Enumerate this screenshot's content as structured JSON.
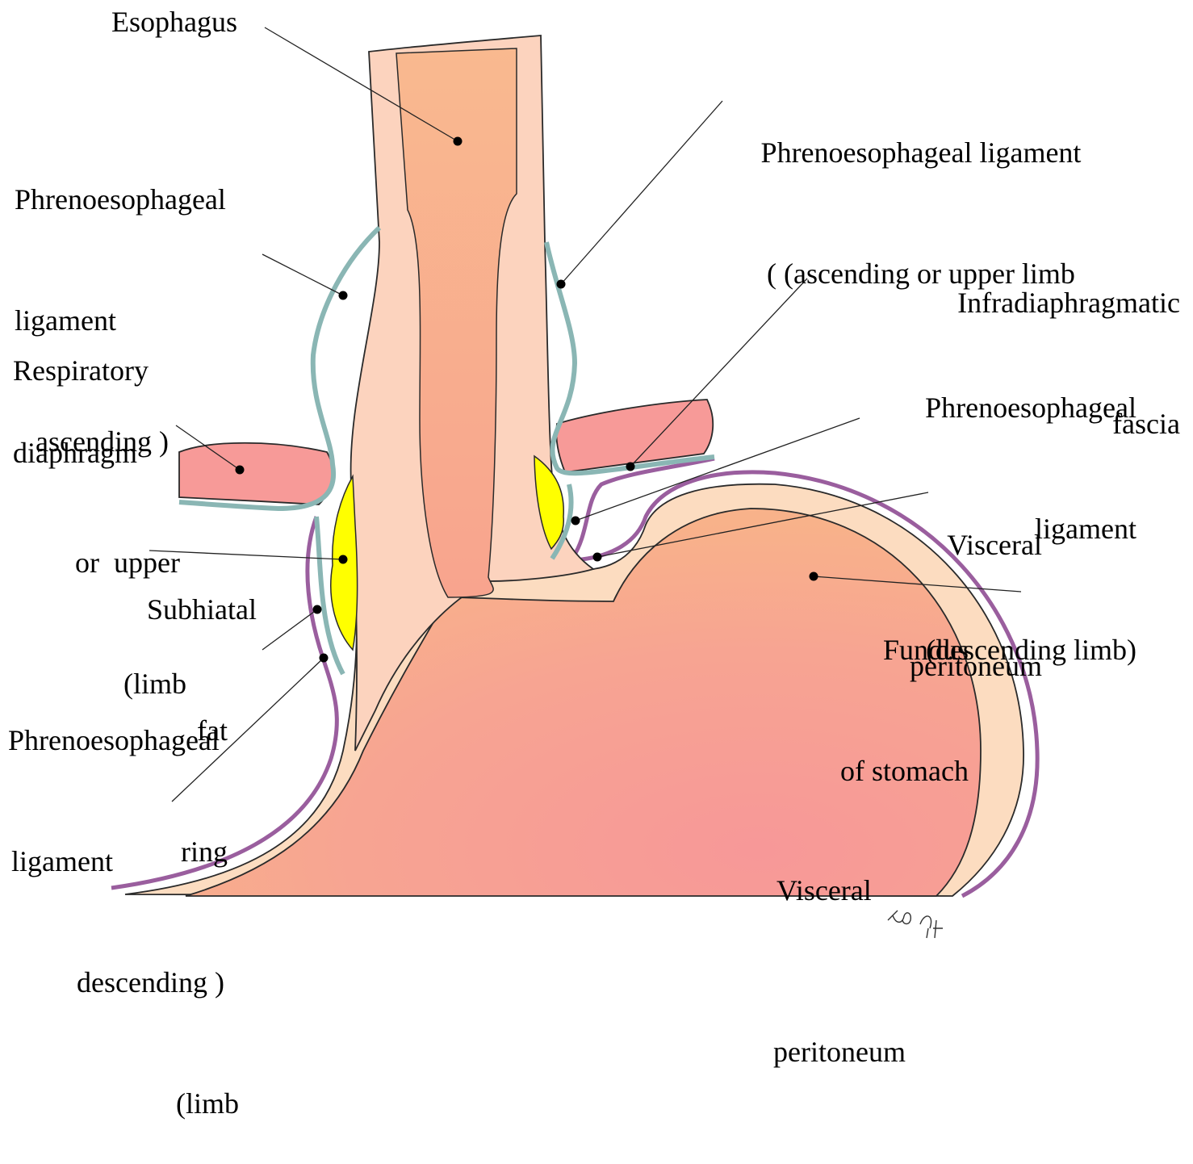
{
  "colors": {
    "esophagus_lumen": "#f7b08a",
    "esophagus_wall": "#fcd9c2",
    "stomach": "#f8a091",
    "stomach_wall": "#fcdcc0",
    "diaphragm": "#f79a98",
    "fascia_line": "#8ab6b4",
    "peritoneum_line": "#9a5e9e",
    "fat": "#ffff00",
    "outline": "#2a2a2a"
  },
  "labels": {
    "esophagus": "Esophagus",
    "pel_ascending_right": [
      "Phrenoesophageal ligament",
      "( (ascending or upper limb"
    ],
    "pel_ascending_left": [
      "Phrenoesophageal",
      "ligament",
      "ascending )",
      "or  upper",
      "(limb"
    ],
    "infradiaphragmatic": [
      "Infradiaphragmatic",
      "fascia"
    ],
    "pel_descending_right": [
      "Phrenoesophageal",
      "ligament",
      "(descending limb)"
    ],
    "respiratory": "Respiratory",
    "diaphragm": "diaphragm",
    "visceral_peritoneum_right": [
      "Visceral",
      "peritoneum"
    ],
    "subhiatal": [
      "Subhiatal",
      "fat",
      "ring"
    ],
    "fundus": [
      "Fundus",
      "of stomach"
    ],
    "pel_descending_left": [
      "Phrenoesophageal",
      "ligament",
      "descending )",
      "(limb"
    ],
    "visceral_peritoneum_bottom": [
      "Visceral",
      "peritoneum"
    ]
  },
  "signature": "tai 94"
}
